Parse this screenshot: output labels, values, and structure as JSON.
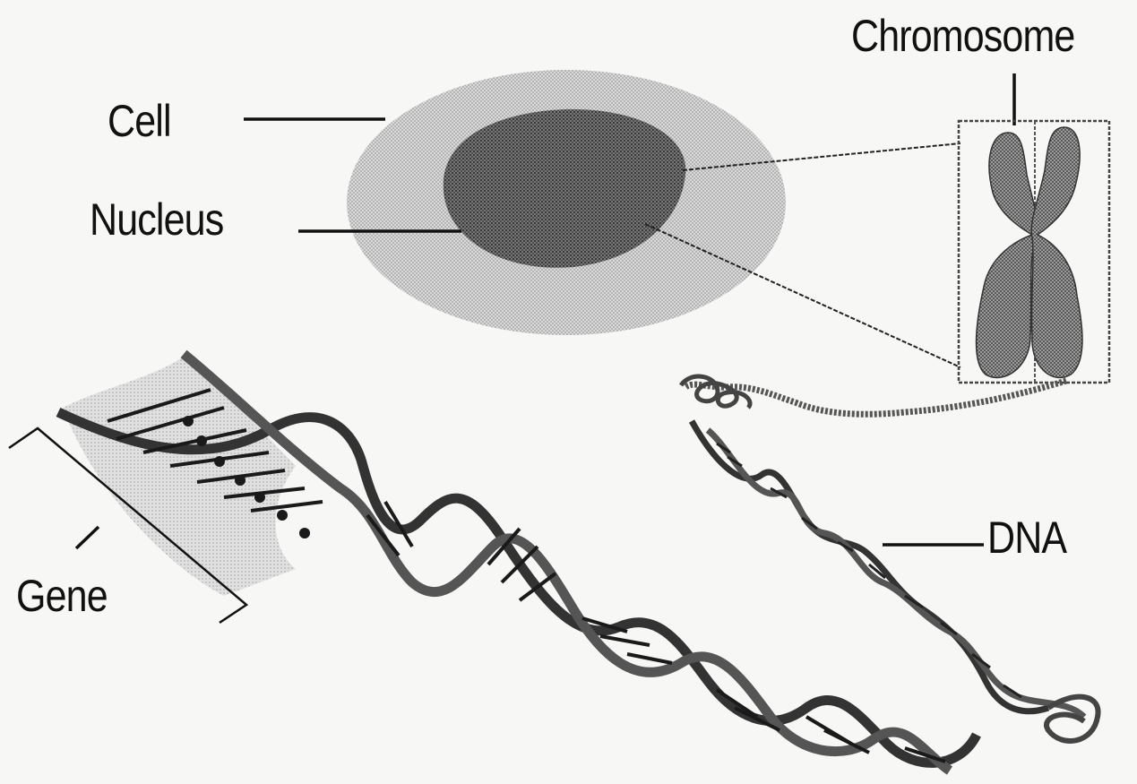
{
  "labels": {
    "chromosome": "Chromosome",
    "cell": "Cell",
    "nucleus": "Nucleus",
    "dna": "DNA",
    "gene": "Gene"
  },
  "colors": {
    "ink": "#111111",
    "cytoplasm": "#c8c8c8",
    "nucleus": "#6e6e6e",
    "chromatid": "#7a7a7a",
    "helix_strand": "#8a8a8a",
    "gene_highlight": "#d4d4d4"
  }
}
